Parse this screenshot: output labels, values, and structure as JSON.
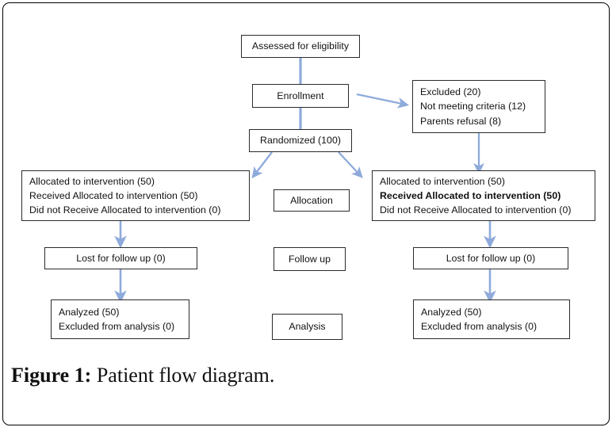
{
  "figure": {
    "caption_label": "Figure 1:",
    "caption_text": " Patient flow diagram."
  },
  "colors": {
    "connector": "#8EAADB",
    "box_border": "#2B2B2B",
    "page_border": "#000000",
    "text": "#101010",
    "background": "#FFFFFF"
  },
  "diagram": {
    "type": "consort-flow-diagram",
    "nodes": {
      "assessed": {
        "label": "Assessed for eligibility",
        "lines": [
          "Assessed for eligibility"
        ]
      },
      "enrollment": {
        "label": "Enrollment",
        "lines": [
          "Enrollment"
        ]
      },
      "excluded": {
        "label": "Excluded",
        "lines": [
          "Excluded (20)",
          "Not meeting criteria (12)",
          "Parents refusal (8)"
        ]
      },
      "randomized": {
        "label": "Randomized (100)",
        "lines": [
          "Randomized (100)"
        ]
      },
      "stage_allocation": {
        "label": "Allocation",
        "lines": [
          "Allocation"
        ]
      },
      "stage_followup": {
        "label": "Follow up",
        "lines": [
          "Follow up"
        ]
      },
      "stage_analysis": {
        "label": "Analysis",
        "lines": [
          "Analysis"
        ]
      },
      "allocation_left": {
        "lines": [
          "Allocated to intervention (50)",
          "Received Allocated to intervention (50)",
          "Did not Receive Allocated to intervention (0)"
        ],
        "bold_lines": [
          false,
          false,
          false
        ]
      },
      "allocation_right": {
        "lines": [
          "Allocated to intervention (50)",
          "Received Allocated to intervention (50)",
          "Did not Receive Allocated to intervention (0)"
        ],
        "bold_lines": [
          false,
          true,
          false
        ]
      },
      "followup_left": {
        "lines": [
          "Lost for follow up (0)"
        ]
      },
      "followup_right": {
        "lines": [
          "Lost for follow up (0)"
        ]
      },
      "analysis_left": {
        "lines": [
          "Analyzed (50)",
          "Excluded from analysis (0)"
        ]
      },
      "analysis_right": {
        "lines": [
          "Analyzed (50)",
          "Excluded from analysis (0)"
        ]
      }
    }
  }
}
